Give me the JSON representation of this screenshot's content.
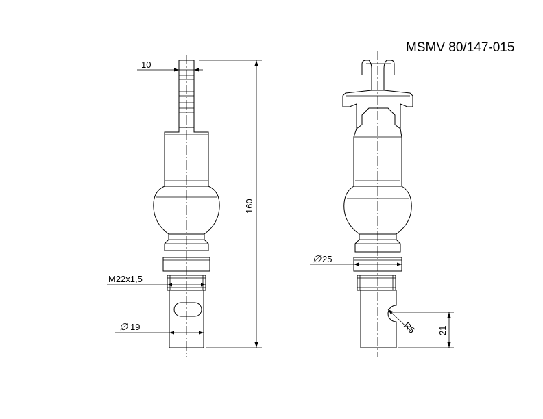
{
  "title": "MSMV 80/147-015",
  "dimensions": {
    "top_width": "10",
    "overall_length": "160",
    "thread": "M22x1,5",
    "shaft_diameter": "19",
    "collar_diameter": "25",
    "notch_radius": "R5",
    "notch_height": "21",
    "diameter_symbol": "∅"
  }
}
